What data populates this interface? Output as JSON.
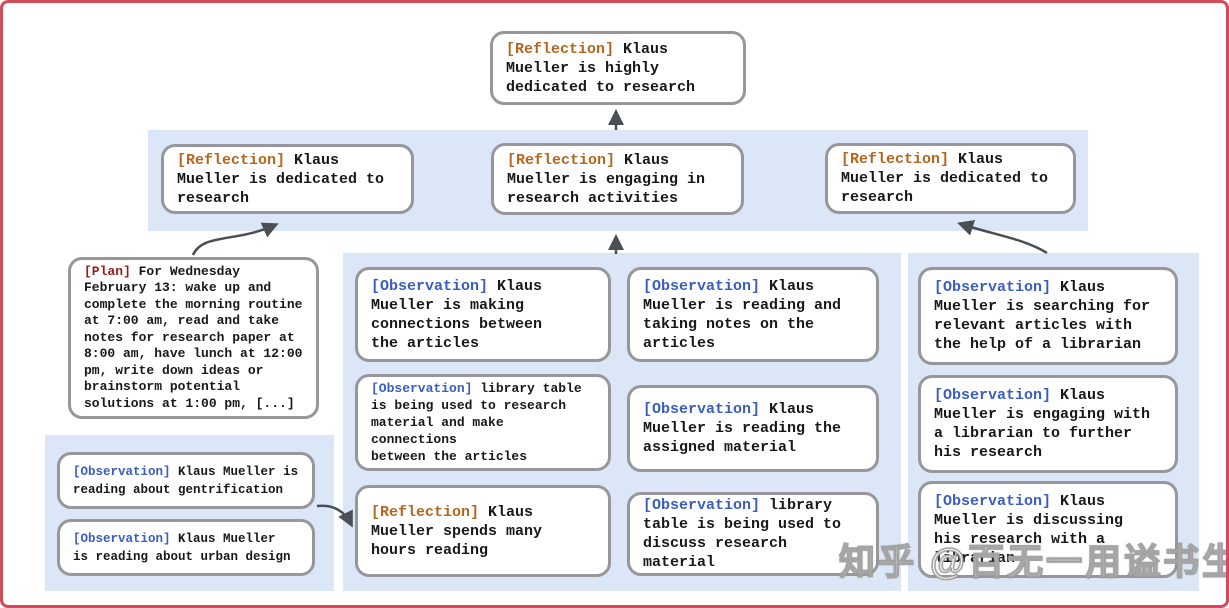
{
  "watermark": {
    "text": "知乎 @百无一用谥书生"
  },
  "colors": {
    "reflection_tag": "#b4661e",
    "plan_tag": "#9c1a1a",
    "observation_tag": "#3a5dc0",
    "band_background": "#dbe7f6",
    "node_border": "#97979b",
    "arrow": "#4a4f55",
    "frame_border": "#d14c59",
    "text": "#17181a"
  },
  "nodes": {
    "root": {
      "tag": "[Reflection]",
      "text": "Klaus\nMueller is highly\ndedicated to research"
    },
    "refl_left": {
      "tag": "[Reflection]",
      "text": "Klaus\nMueller is dedicated to\nresearch"
    },
    "refl_mid": {
      "tag": "[Reflection]",
      "text": "Klaus\nMueller is engaging in\nresearch activities"
    },
    "refl_right": {
      "tag": "[Reflection]",
      "text": "Klaus\nMueller is dedicated to\nresearch"
    },
    "plan": {
      "tag": "[Plan]",
      "text": "For Wednesday\nFebruary 13: wake up and\ncomplete the morning routine\nat 7:00 am, read and take\nnotes for research paper at\n8:00 am, have lunch at 12:00\npm, write down ideas or\nbrainstorm potential\nsolutions at 1:00 pm, [...]"
    },
    "obs_gentrification": {
      "tag": "[Observation]",
      "text": "Klaus Mueller is\nreading about gentrification"
    },
    "obs_urban_design": {
      "tag": "[Observation]",
      "text": "Klaus Mueller\nis reading about urban design"
    },
    "obs_connections": {
      "tag": "[Observation]",
      "text": "Klaus\nMueller is making\nconnections between\nthe articles"
    },
    "obs_library_research": {
      "tag": "[Observation]",
      "text": "library table\nis being used to research\nmaterial and make connections\nbetween the articles"
    },
    "refl_hours_reading": {
      "tag": "[Reflection]",
      "text": "Klaus\nMueller spends many\nhours reading"
    },
    "obs_taking_notes": {
      "tag": "[Observation]",
      "text": "Klaus\nMueller is reading and\ntaking notes on the\narticles"
    },
    "obs_assigned_material": {
      "tag": "[Observation]",
      "text": "Klaus\nMueller is reading the\nassigned material"
    },
    "obs_library_discuss": {
      "tag": "[Observation]",
      "text": "library\ntable is being used to\ndiscuss research material"
    },
    "obs_searching_articles": {
      "tag": "[Observation]",
      "text": "Klaus\nMueller is searching for\nrelevant articles with\nthe help of a librarian"
    },
    "obs_engaging_librarian": {
      "tag": "[Observation]",
      "text": "Klaus\nMueller is engaging with\na librarian to further\nhis research"
    },
    "obs_discussing_librarian": {
      "tag": "[Observation]",
      "text": "Klaus\nMueller is discussing\nhis research with a\nlibrarian"
    }
  }
}
